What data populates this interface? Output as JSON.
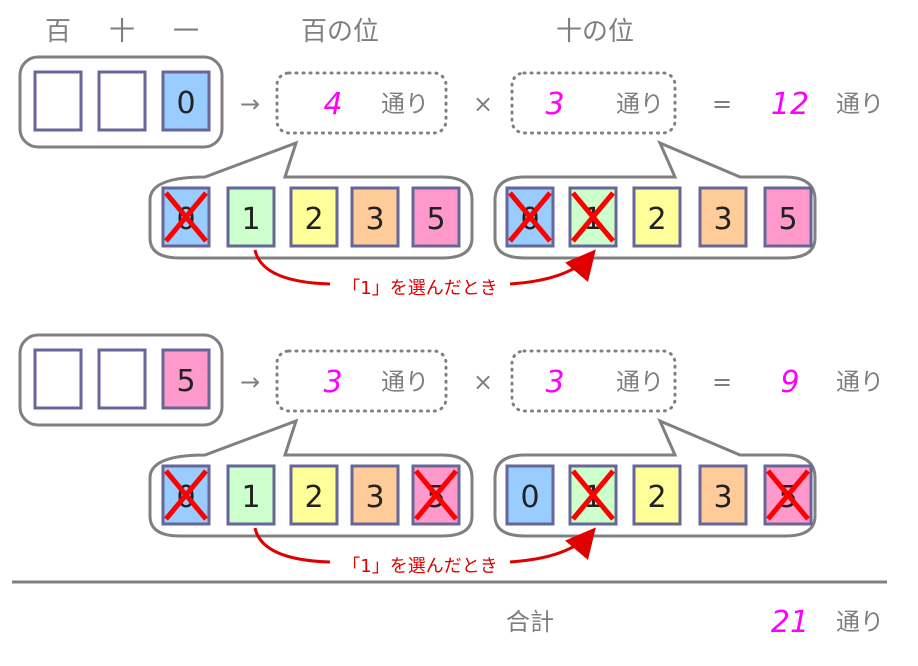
{
  "header": {
    "hundreds": "百",
    "tens": "十",
    "ones": "一",
    "hundreds_place": "百の位",
    "tens_place": "十の位"
  },
  "unit": "通り",
  "times": "×",
  "equals": "=",
  "arrow": "→",
  "note": "「1」を選んだとき",
  "colors": {
    "0": "#99ccff",
    "1": "#ccffcc",
    "2": "#ffff99",
    "3": "#ffcc99",
    "5": "#ff99cc",
    "border": "#666699",
    "count": "#ff00ff",
    "cross": "#ff0000"
  },
  "rows": [
    {
      "ones_digit": "0",
      "hundreds_count": "4",
      "tens_count": "3",
      "result": "12",
      "hundreds_options": [
        {
          "d": "0",
          "x": true
        },
        {
          "d": "1",
          "x": false
        },
        {
          "d": "2",
          "x": false
        },
        {
          "d": "3",
          "x": false
        },
        {
          "d": "5",
          "x": false
        }
      ],
      "tens_options": [
        {
          "d": "0",
          "x": true
        },
        {
          "d": "1",
          "x": true
        },
        {
          "d": "2",
          "x": false
        },
        {
          "d": "3",
          "x": false
        },
        {
          "d": "5",
          "x": false
        }
      ]
    },
    {
      "ones_digit": "5",
      "hundreds_count": "3",
      "tens_count": "3",
      "result": "9",
      "hundreds_options": [
        {
          "d": "0",
          "x": true
        },
        {
          "d": "1",
          "x": false
        },
        {
          "d": "2",
          "x": false
        },
        {
          "d": "3",
          "x": false
        },
        {
          "d": "5",
          "x": true
        }
      ],
      "tens_options": [
        {
          "d": "0",
          "x": false
        },
        {
          "d": "1",
          "x": true
        },
        {
          "d": "2",
          "x": false
        },
        {
          "d": "3",
          "x": false
        },
        {
          "d": "5",
          "x": true
        }
      ]
    }
  ],
  "total": {
    "label": "合計",
    "value": "21"
  }
}
